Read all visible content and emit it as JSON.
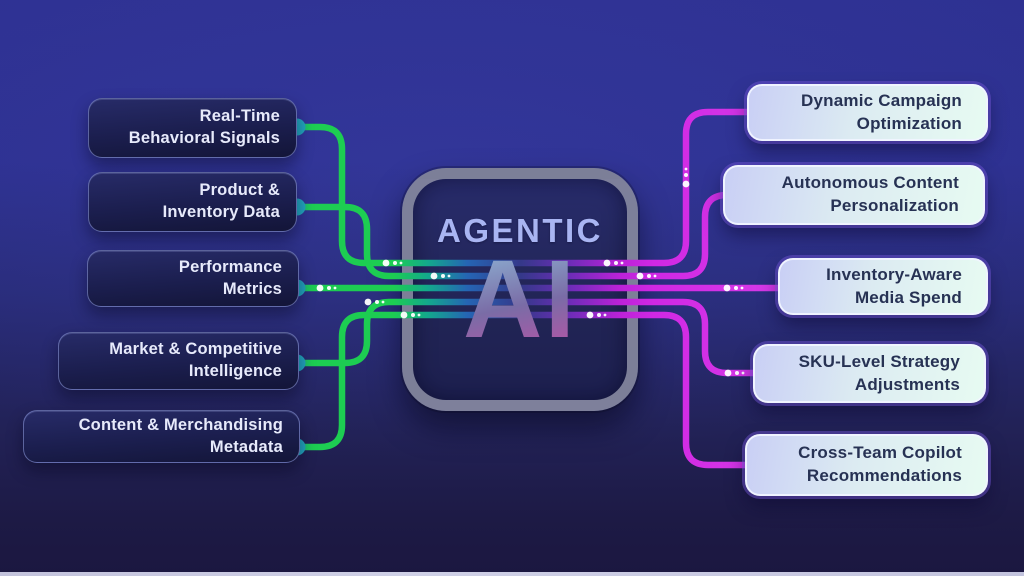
{
  "chip": {
    "title": "AGENTIC",
    "subtitle": "AI"
  },
  "inputs": [
    {
      "lines": [
        "Real-Time",
        "Behavioral Signals"
      ]
    },
    {
      "lines": [
        "Product &",
        "Inventory Data"
      ]
    },
    {
      "lines": [
        "Performance",
        "Metrics"
      ]
    },
    {
      "lines": [
        "Market & Competitive",
        "Intelligence"
      ]
    },
    {
      "lines": [
        "Content & Merchandising",
        "Metadata"
      ]
    }
  ],
  "outputs": [
    {
      "lines": [
        "Dynamic Campaign",
        "Optimization"
      ]
    },
    {
      "lines": [
        "Autonomous Content",
        "Personalization"
      ]
    },
    {
      "lines": [
        "Inventory-Aware",
        "Media Spend"
      ]
    },
    {
      "lines": [
        "SKU-Level Strategy",
        "Adjustments"
      ]
    },
    {
      "lines": [
        "Cross-Team Copilot",
        "Recommendations"
      ]
    }
  ],
  "colors": {
    "input_wire_green": "#1dcd52",
    "output_wire_magenta": "#d028e4",
    "connector_dot_teal": "#22a3bc",
    "chip_title_text": "#a9b5f2",
    "background_top": "#2e3192",
    "background_bottom": "#1b1740"
  }
}
